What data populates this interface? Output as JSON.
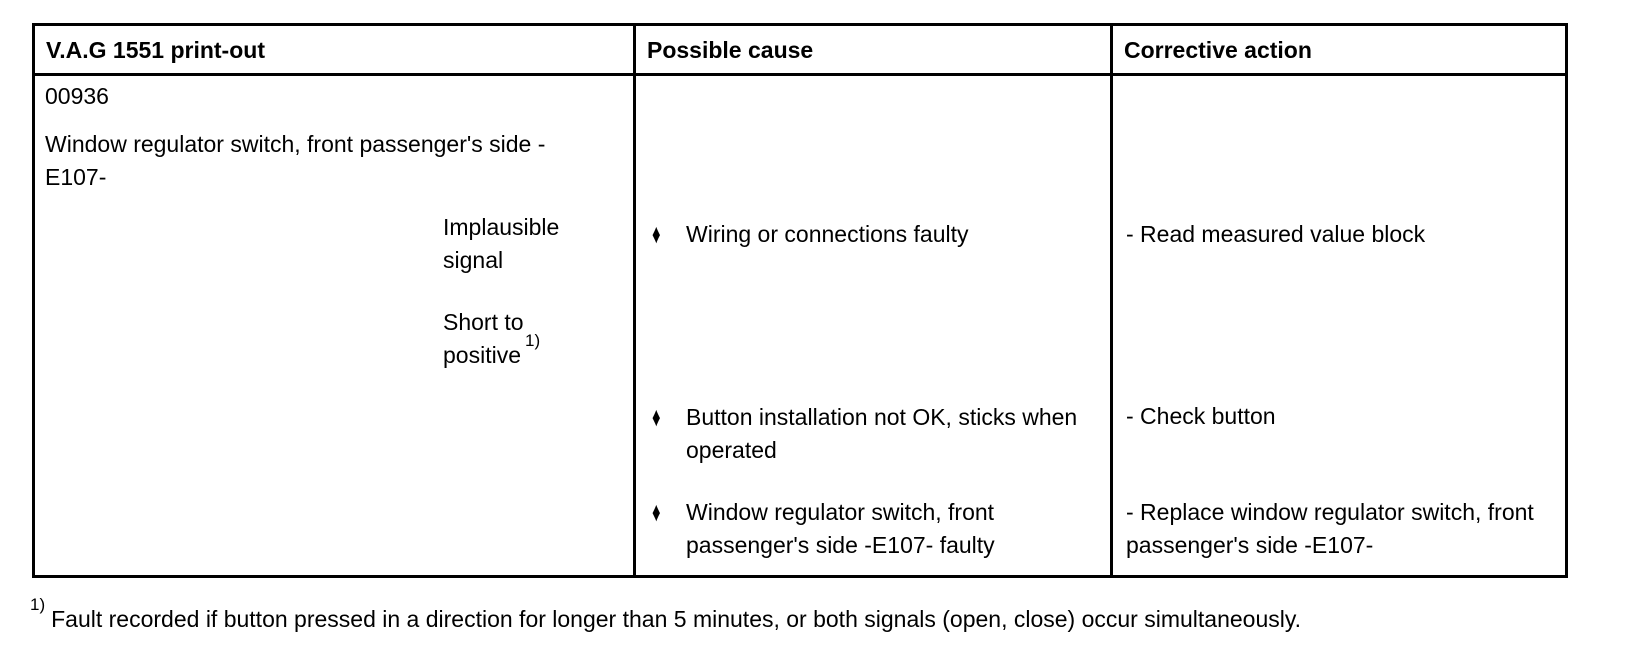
{
  "table": {
    "bullet_glyph": "♦",
    "headers": [
      {
        "label": "V.A.G 1551 print-out"
      },
      {
        "label": "Possible cause"
      },
      {
        "label": "Corrective action"
      }
    ],
    "printout": {
      "code": "00936",
      "component": "Window regulator switch, front passenger's side -E107-",
      "faults": [
        {
          "text": "Implausible signal",
          "ref": ""
        },
        {
          "text": "Short to positive",
          "ref": "1)"
        }
      ]
    },
    "causes": [
      {
        "text": "Wiring or connections faulty"
      },
      {
        "text": "Button installation not OK, sticks when operated"
      },
      {
        "text": "Window regulator switch, front passenger's side -E107- faulty"
      }
    ],
    "actions": [
      {
        "text": "- Read measured value block"
      },
      {
        "text": "- Check button"
      },
      {
        "text": "- Replace window regulator switch, front passenger's side -E107-"
      }
    ]
  },
  "footnote": {
    "ref": "1)",
    "text": "Fault recorded if button pressed in a direction for longer than 5 minutes, or both signals (open, close) occur simultaneously."
  }
}
